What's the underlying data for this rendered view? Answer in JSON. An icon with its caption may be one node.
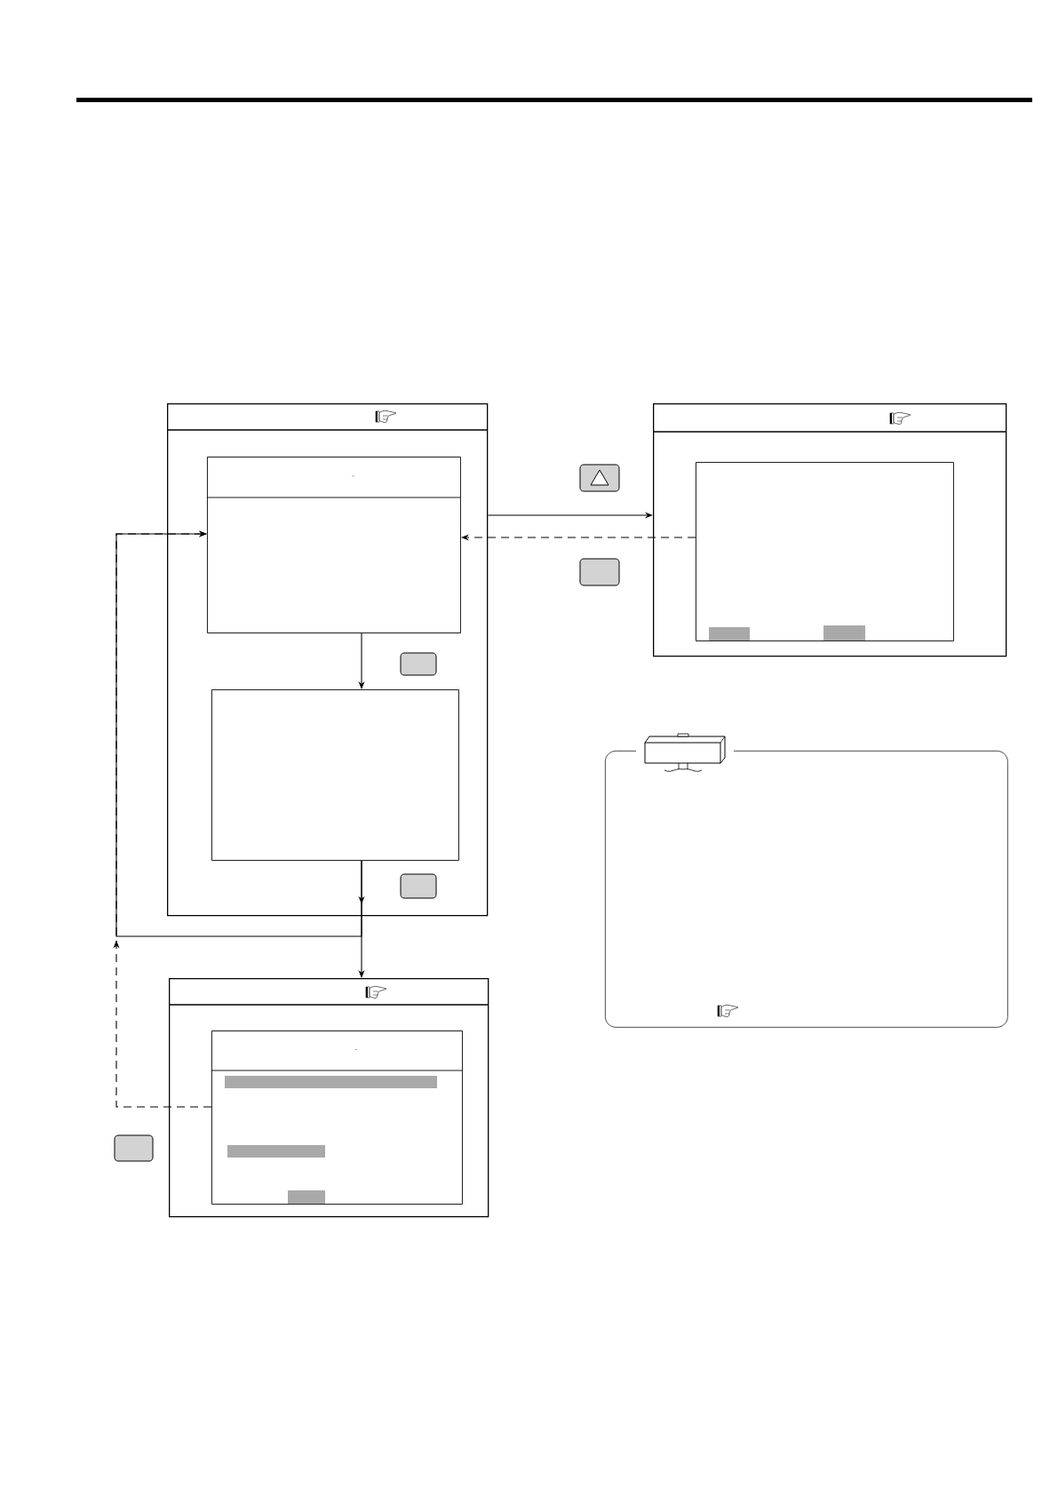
{
  "diagram": {
    "nodes": [
      {
        "text": [],
        "shape": "box"
      },
      {
        "text": [
          "-"
        ],
        "in": 0
      },
      {
        "text": [],
        "shape": "box",
        "in": 0
      },
      {
        "text": [],
        "shape": "box"
      },
      {
        "text": [],
        "shape": "box",
        "in": 3
      },
      {
        "text": [],
        "shape": "box"
      },
      {
        "text": [
          "-"
        ],
        "in": 5
      },
      {
        "text": [],
        "shape": "box"
      }
    ],
    "edges": [
      {
        "from": 1,
        "to": 2,
        "arrow": "to"
      },
      {
        "from": 2,
        "to": 5,
        "arrow": "to"
      },
      {
        "from": 2,
        "to": 1,
        "arrow": "to"
      },
      {
        "from": 6,
        "to": 1,
        "arrow": "to",
        "style": "dashed"
      },
      {
        "from": 0,
        "to": 3,
        "arrow": "to"
      },
      {
        "from": 4,
        "to": 1,
        "arrow": "to",
        "style": "dashed"
      }
    ]
  }
}
